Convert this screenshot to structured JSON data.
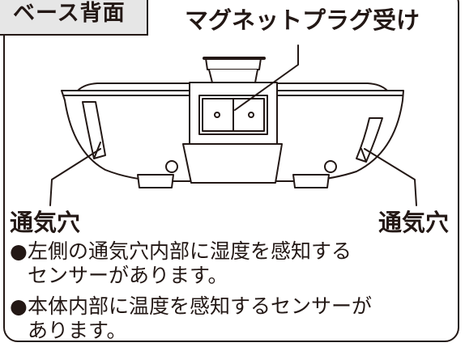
{
  "header_tag": "ベース背面",
  "callouts": {
    "plug": "マグネットプラグ受け",
    "vent_left": "通気穴",
    "vent_right": "通気穴"
  },
  "notes": [
    {
      "bullet": "●",
      "line1": "左側の通気穴内部に湿度を感知する",
      "line2": "センサーがあります。"
    },
    {
      "bullet": "●",
      "line1": "本体内部に温度を感知するセンサーが",
      "line2": "あります。"
    }
  ]
}
